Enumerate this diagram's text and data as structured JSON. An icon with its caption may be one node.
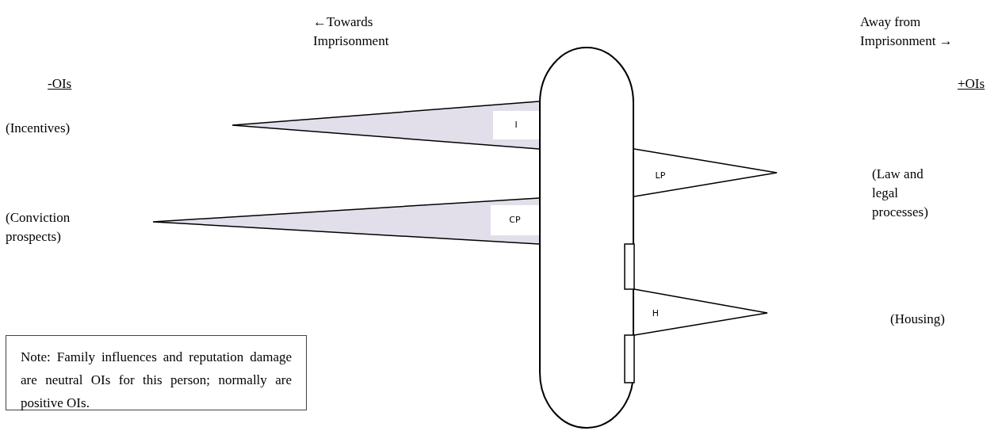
{
  "diagram": {
    "nodes": [
      {
        "text": [],
        "shape": "capsule"
      },
      {
        "text": [
          "I"
        ]
      },
      {
        "text": [
          "CP"
        ]
      },
      {
        "text": [
          "LP"
        ]
      },
      {
        "text": [
          "H"
        ]
      },
      {
        "text": [
          "Note: Family influences and reputation damage are neutral OIs for this person; normally are positive OIs."
        ]
      }
    ],
    "labels": [
      "←Towards Imprisonment",
      "Away from Imprisonment →",
      "-OIs",
      "+OIs",
      "(Incentives)",
      "(Law and legal processes)",
      "(Conviction prospects)",
      "(Housing)"
    ]
  }
}
